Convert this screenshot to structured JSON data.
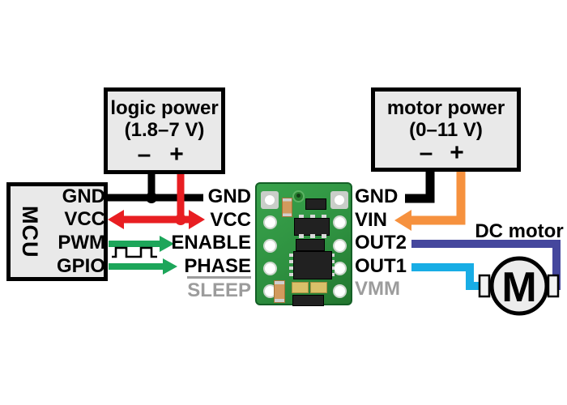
{
  "colors": {
    "black": "#000000",
    "red": "#e81e22",
    "green": "#1da65a",
    "orange": "#f6913e",
    "purple": "#45479d",
    "cyan": "#18ade5",
    "gray_text": "#9c9c9c",
    "box_fill": "#e9e9e9",
    "pcb_green": "#2e9140",
    "motor_fill": "#ececec"
  },
  "logic_power_box": {
    "title": "logic power",
    "range": "(1.8–7 V)",
    "minus": "–",
    "plus": "+"
  },
  "motor_power_box": {
    "title": "motor power",
    "range": "(0–11 V)",
    "minus": "–",
    "plus": "+"
  },
  "mcu": {
    "label": "MCU",
    "pins": [
      {
        "label": "GND"
      },
      {
        "label": "VCC"
      },
      {
        "label": "PWM"
      },
      {
        "label": "GPIO"
      }
    ]
  },
  "driver_board": {
    "left_pins": [
      {
        "label": "GND"
      },
      {
        "label": "VCC"
      },
      {
        "label": "ENABLE"
      },
      {
        "label": "PHASE"
      },
      {
        "label": "SLEEP"
      }
    ],
    "right_pins": [
      {
        "label": "GND"
      },
      {
        "label": "VIN"
      },
      {
        "label": "OUT2"
      },
      {
        "label": "OUT1"
      },
      {
        "label": "VMM"
      }
    ]
  },
  "motor": {
    "caption": "DC motor",
    "symbol": "M"
  }
}
